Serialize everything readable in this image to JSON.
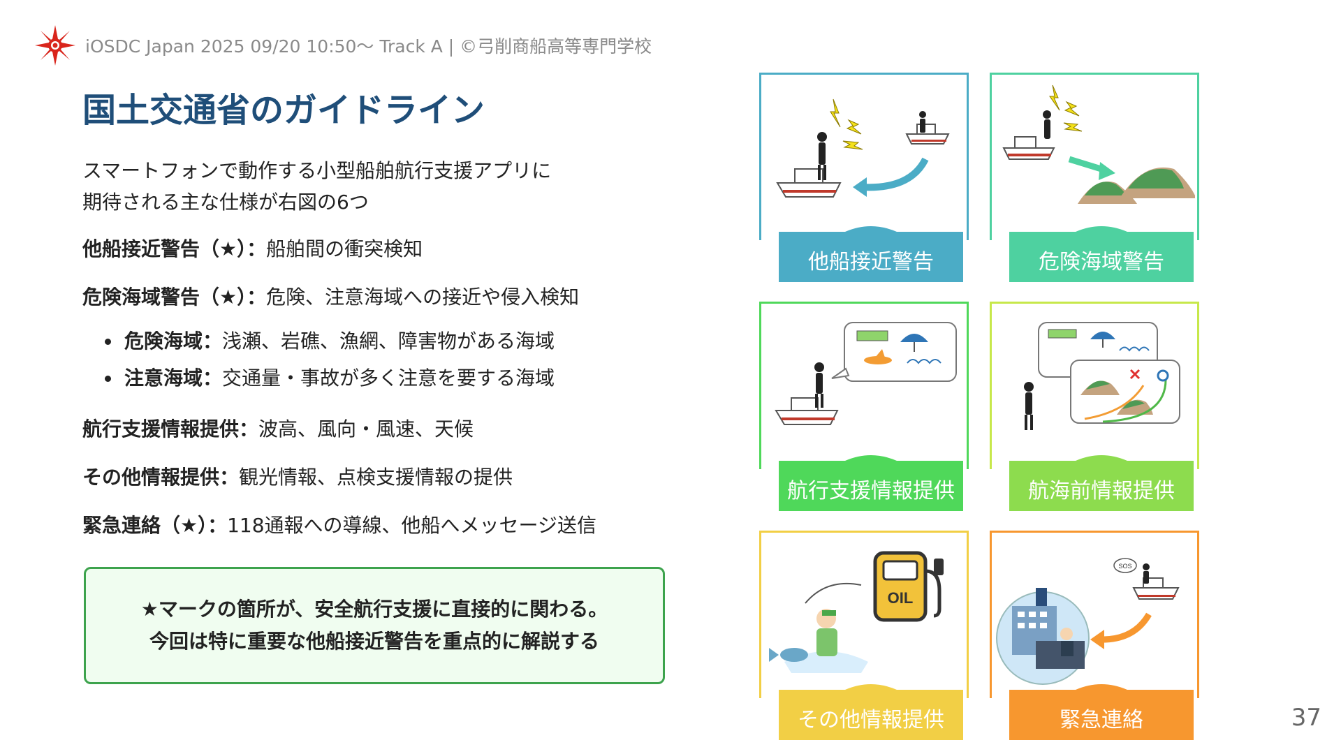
{
  "header": {
    "text": "iOSDC Japan 2025 09/20 10:50〜 Track A | ©弓削商船高等専門学校"
  },
  "title": "国土交通省のガイドライン",
  "intro": {
    "line1": "スマートフォンで動作する小型船舶航行支援アプリに",
    "line2": "期待される主な仕様が右図の6つ"
  },
  "items": {
    "collision": {
      "label": "他船接近警告（★）：",
      "desc": "船舶間の衝突検知"
    },
    "danger": {
      "label": "危険海域警告（★）：",
      "desc": "危険、注意海域への接近や侵入検知"
    },
    "danger_bullets": [
      {
        "label": "危険海域：",
        "desc": "浅瀬、岩礁、漁網、障害物がある海域"
      },
      {
        "label": "注意海域：",
        "desc": "交通量・事故が多く注意を要する海域"
      }
    ],
    "navinfo": {
      "label": "航行支援情報提供：",
      "desc": "波高、風向・風速、天候"
    },
    "other": {
      "label": "その他情報提供：",
      "desc": "観光情報、点検支援情報の提供"
    },
    "emergency": {
      "label": "緊急連絡（★）：",
      "desc": "118通報への導線、他船へメッセージ送信"
    }
  },
  "note": {
    "line1": "★マークの箇所が、安全航行支援に直接的に関わる。",
    "line2": "今回は特に重要な他船接近警告を重点的に解説する"
  },
  "cards": [
    {
      "label": "他船接近警告",
      "color": "#4bacc6"
    },
    {
      "label": "危険海域警告",
      "color": "#4ed1a0"
    },
    {
      "label": "航行支援情報提供",
      "color": "#4fd85a"
    },
    {
      "label": "航海前情報提供",
      "color": "#8ddc4e"
    },
    {
      "label": "その他情報提供",
      "color": "#f2cf45"
    },
    {
      "label": "緊急連絡",
      "color": "#f7972f"
    }
  ],
  "illustration_text": {
    "oil": "OIL",
    "sos": "SOS"
  },
  "page_number": "37"
}
